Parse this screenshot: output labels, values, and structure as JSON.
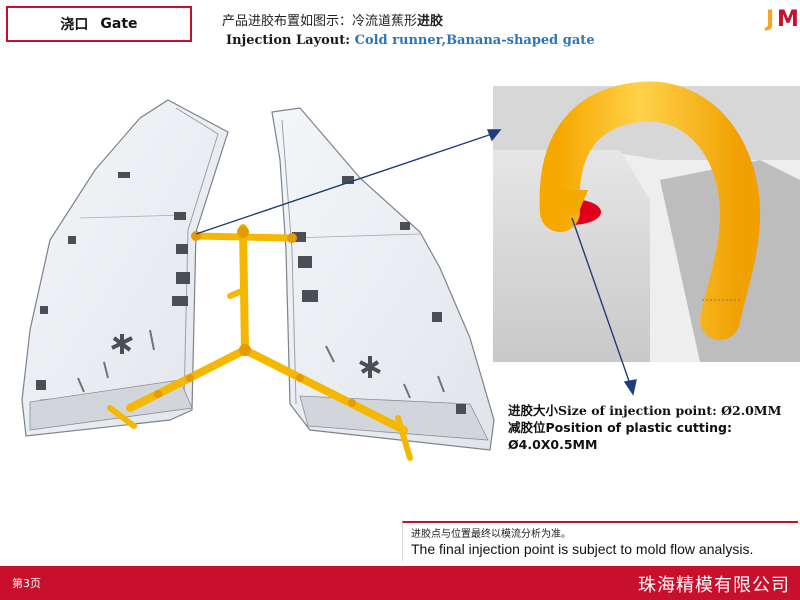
{
  "header": {
    "title_cn": "浇口",
    "title_en": "Gate",
    "subtitle_cn_prefix": "产品进胶布置如图示：冷流道蕉形",
    "subtitle_cn_bold": "进胶",
    "subtitle_en_prefix": "Injection Layout: ",
    "subtitle_en_accent": "Cold runner,Banana-shaped gate"
  },
  "logo": {
    "letters": "JM",
    "colors": {
      "j": "#f5a623",
      "m": "#c8102e"
    }
  },
  "spec": {
    "line1_cn": "进胶大小",
    "line1_en": "Size of injection point: Ø2.0MM",
    "line2_cn": "减胶位",
    "line2_en": "Position of plastic cutting:",
    "line3": "Ø4.0X0.5MM"
  },
  "note": {
    "cn": "进胶点与位置最终以模流分析为准。",
    "en": "The final injection point is subject to mold flow analysis."
  },
  "footer": {
    "page": "第3页",
    "company": "珠海精模有限公司"
  },
  "colors": {
    "accent_red": "#c8102e",
    "runner_yellow": "#f5b800",
    "link_blue": "#2e75b6",
    "arrow_navy": "#1f3d7a"
  }
}
